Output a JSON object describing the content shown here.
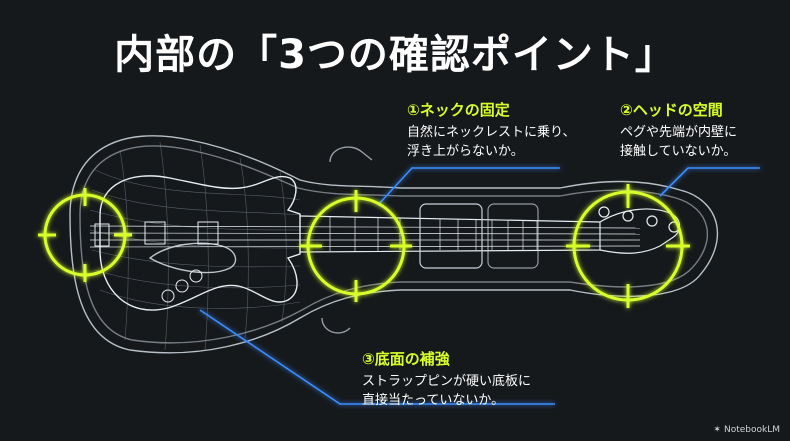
{
  "title": "内部の「3つの確認ポイント」",
  "callouts": [
    {
      "heading": "①ネックの固定",
      "lines": [
        "自然にネックレストに乗り、",
        "浮き上がらないか。"
      ]
    },
    {
      "heading": "②ヘッドの空間",
      "lines": [
        "ペグや先端が内壁に",
        "接触していないか。"
      ]
    },
    {
      "heading": "③底面の補強",
      "lines": [
        "ストラップピンが硬い底板に",
        "直接当たっていないか。"
      ]
    }
  ],
  "brand": {
    "name": "NotebookLM",
    "icon": "notebooklm-logo-icon"
  },
  "colors": {
    "accent": "#d8ff2a",
    "line": "#3a8dff",
    "background": "#16191c",
    "wire": "#c9d2da"
  }
}
